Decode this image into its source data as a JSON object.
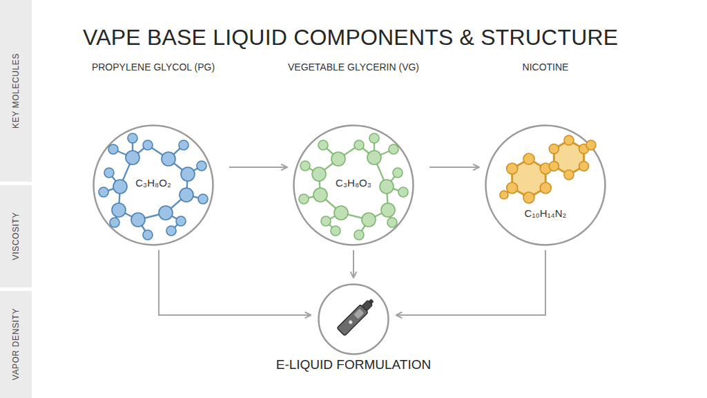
{
  "diagram": {
    "title": "VAPE BASE LIQUID COMPONENTS & STRUCTURE",
    "nodes": [
      {
        "text": [
          "KEY MOLECULES"
        ]
      },
      {
        "text": [
          "VISCOSITY"
        ]
      },
      {
        "text": [
          "VAPOR DENSITY"
        ]
      },
      {
        "text": [
          "PROPYLENE GLYCOL (PG)",
          "C₃H₈O₂"
        ]
      },
      {
        "text": [
          "VEGETABLE GLYCERIN (VG)",
          "C₃H₈O₃"
        ]
      },
      {
        "text": [
          "NICOTINE",
          "C₁₀H₁₄N₂"
        ]
      },
      {
        "text": [
          "E-LIQUID FORMULATION"
        ]
      }
    ],
    "edges": [
      {
        "from": 3,
        "to": 4,
        "arrow": "to"
      },
      {
        "from": 4,
        "to": 5,
        "arrow": "to"
      },
      {
        "from": 3,
        "to": 6,
        "arrow": "to"
      },
      {
        "from": 4,
        "to": 6,
        "arrow": "to"
      },
      {
        "from": 5,
        "to": 6,
        "arrow": "to"
      }
    ]
  }
}
